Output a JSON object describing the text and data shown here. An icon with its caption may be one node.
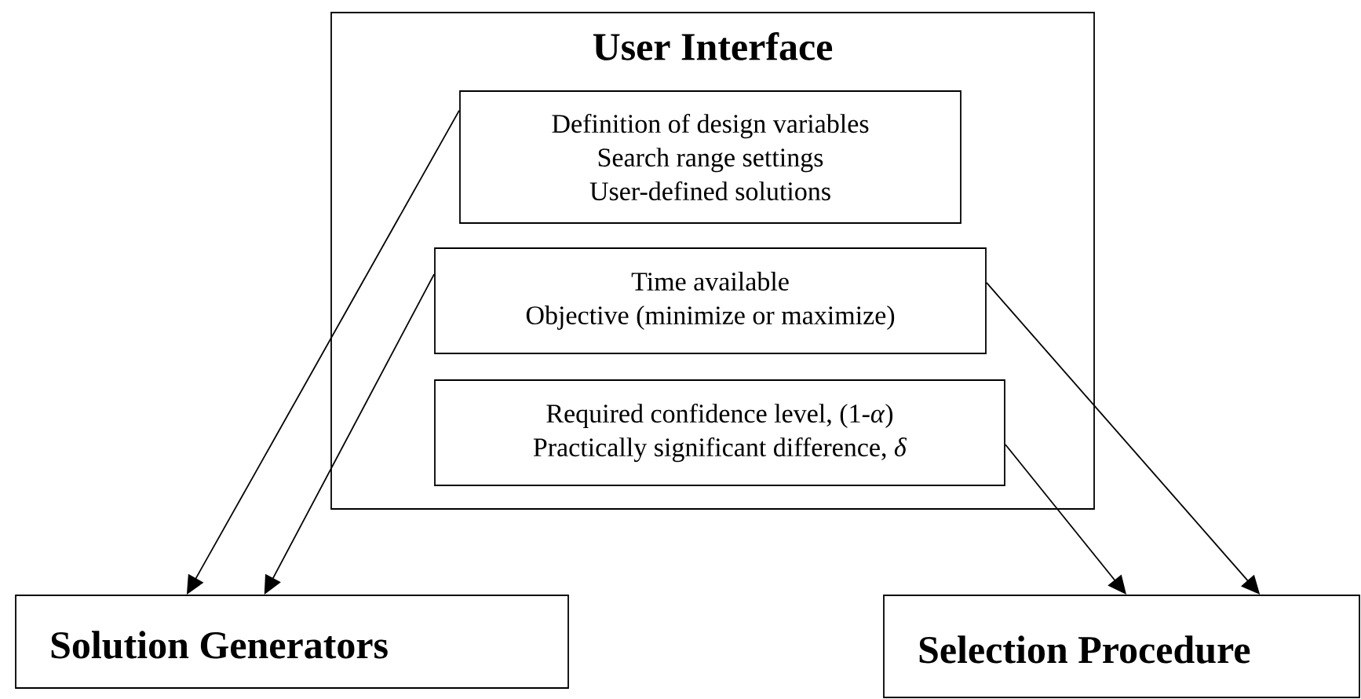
{
  "diagram": {
    "nodes": [
      {
        "text": [
          "User Interface"
        ]
      },
      {
        "text": [
          "Definition of design variables",
          "Search range settings",
          "User-defined solutions"
        ],
        "in": 0
      },
      {
        "text": [
          "Time available",
          "Objective (minimize or maximize)"
        ],
        "in": 0
      },
      {
        "text": [
          "Required confidence level, (1-*α*)",
          "Practically significant difference, *δ*"
        ],
        "in": 0
      },
      {
        "text": [
          "Solution Generators"
        ]
      },
      {
        "text": [
          "Selection Procedure"
        ]
      }
    ],
    "edges": [
      {
        "from": 1,
        "to": 4,
        "arrow": "to"
      },
      {
        "from": 2,
        "to": 4,
        "arrow": "to"
      },
      {
        "from": 2,
        "to": 5,
        "arrow": "to"
      },
      {
        "from": 3,
        "to": 5,
        "arrow": "to"
      }
    ]
  }
}
